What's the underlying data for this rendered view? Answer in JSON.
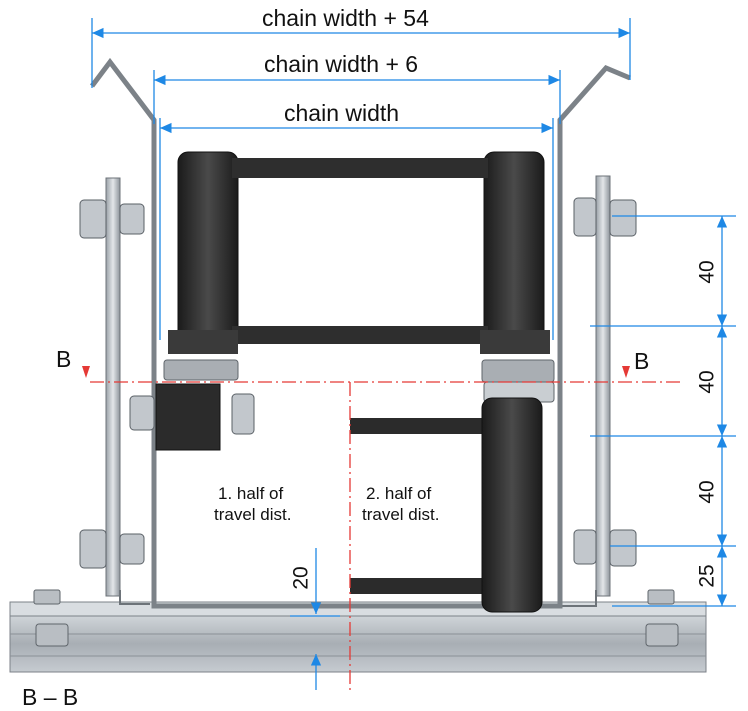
{
  "dimensions": {
    "outer_width": "chain width + 54",
    "inner_width": "chain width + 6",
    "chain_width": "chain width"
  },
  "vertical_dims": {
    "d1": "40",
    "d2": "40",
    "d3": "40",
    "d4": "25",
    "bottom_gap": "20"
  },
  "section": {
    "left_marker": "B",
    "right_marker": "B",
    "footer": "B – B"
  },
  "notes": {
    "left_half": [
      "1. half of",
      "travel dist."
    ],
    "right_half": [
      "2. half of",
      "travel dist."
    ]
  },
  "colors": {
    "dimension_line": "#1e88e5",
    "section_line": "#e53935",
    "steel": "#c7ccd1",
    "chain": "#2a2a2a"
  }
}
